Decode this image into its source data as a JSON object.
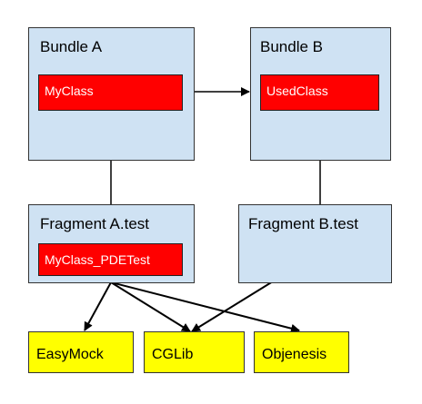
{
  "bundle_a": {
    "title": "Bundle A",
    "inner": "MyClass"
  },
  "bundle_b": {
    "title": "Bundle B",
    "inner": "UsedClass"
  },
  "fragment_a": {
    "title": "Fragment A.test",
    "inner": "MyClass_PDETest"
  },
  "fragment_b": {
    "title": "Fragment B.test"
  },
  "libraries": [
    "EasyMock",
    "CGLib",
    "Objenesis"
  ],
  "colors": {
    "bundle_fill": "#cfe2f3",
    "class_fill": "#ff0000",
    "library_fill": "#ffff00"
  }
}
